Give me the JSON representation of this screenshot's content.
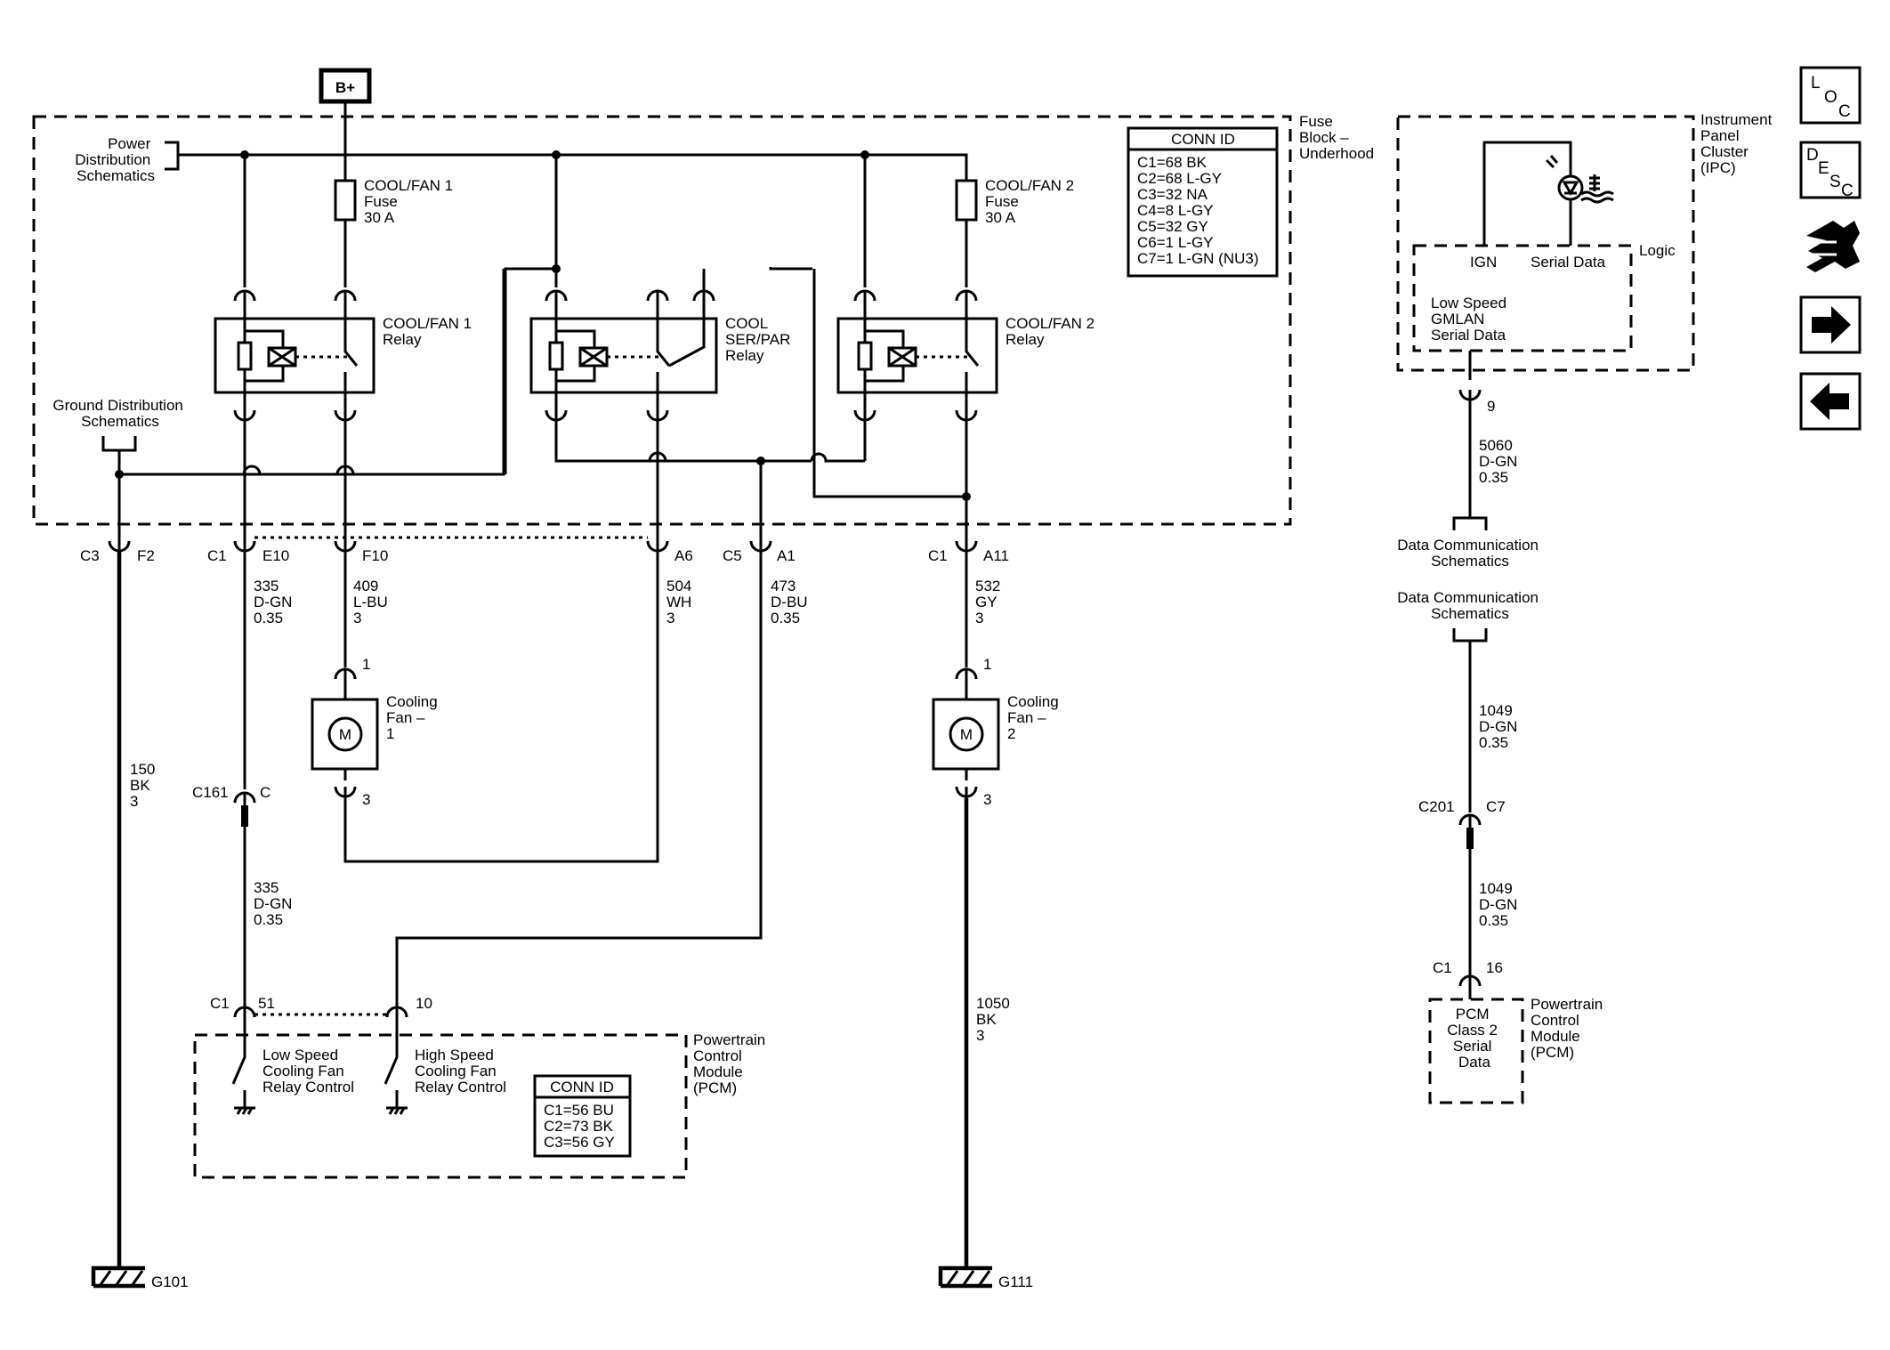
{
  "battery": {
    "label": "B+"
  },
  "fuse_block": {
    "title": [
      "Fuse",
      "Block –",
      "Underhood"
    ],
    "power_dist": [
      "Power",
      "Distribution",
      "Schematics"
    ],
    "ground_dist": [
      "Ground Distribution",
      "Schematics"
    ],
    "conn_id": {
      "header": "CONN ID",
      "rows": [
        "C1=68 BK",
        "C2=68 L-GY",
        "C3=32 NA",
        "C4=8 L-GY",
        "C5=32 GY",
        "C6=1 L-GY",
        "C7=1 L-GN (NU3)"
      ]
    },
    "fuse1": [
      "COOL/FAN 1",
      "Fuse",
      "30 A"
    ],
    "fuse2": [
      "COOL/FAN 2",
      "Fuse",
      "30 A"
    ],
    "relay1": [
      "COOL/FAN 1",
      "Relay"
    ],
    "relay_ser": [
      "COOL",
      "SER/PAR",
      "Relay"
    ],
    "relay2": [
      "COOL/FAN 2",
      "Relay"
    ]
  },
  "connectors": {
    "c3": "C3",
    "f2": "F2",
    "c1a": "C1",
    "e10": "E10",
    "f10": "F10",
    "a6": "A6",
    "c5": "C5",
    "a1": "A1",
    "c1b": "C1",
    "a11": "A11",
    "c161": "C161",
    "c161_pin": "C",
    "pcm_c1": "C1",
    "pin51": "51",
    "pin10": "10",
    "fan1_pin1": "1",
    "fan1_pin3": "3",
    "fan2_pin1": "1",
    "fan2_pin3": "3",
    "ipc_pin9": "9",
    "c201": "C201",
    "c7": "C7",
    "c1c": "C1",
    "pin16": "16"
  },
  "wires": {
    "w335a": [
      "335",
      "D-GN",
      "0.35"
    ],
    "w409": [
      "409",
      "L-BU",
      "3"
    ],
    "w504": [
      "504",
      "WH",
      "3"
    ],
    "w473": [
      "473",
      "D-BU",
      "0.35"
    ],
    "w532": [
      "532",
      "GY",
      "3"
    ],
    "w150": [
      "150",
      "BK",
      "3"
    ],
    "w335b": [
      "335",
      "D-GN",
      "0.35"
    ],
    "w1050": [
      "1050",
      "BK",
      "3"
    ],
    "w5060": [
      "5060",
      "D-GN",
      "0.35"
    ],
    "w1049a": [
      "1049",
      "D-GN",
      "0.35"
    ],
    "w1049b": [
      "1049",
      "D-GN",
      "0.35"
    ]
  },
  "fans": {
    "fan1": [
      "Cooling",
      "Fan –",
      "1"
    ],
    "fan2": [
      "Cooling",
      "Fan –",
      "2"
    ],
    "motor_symbol": "M"
  },
  "pcm": {
    "title": [
      "Powertrain",
      "Control",
      "Module",
      "(PCM)"
    ],
    "low_speed": [
      "Low Speed",
      "Cooling Fan",
      "Relay Control"
    ],
    "high_speed": [
      "High Speed",
      "Cooling Fan",
      "Relay Control"
    ],
    "conn_id": {
      "header": "CONN ID",
      "rows": [
        "C1=56 BU",
        "C2=73 BK",
        "C3=56 GY"
      ]
    }
  },
  "grounds": {
    "g101": "G101",
    "g111": "G111"
  },
  "ipc": {
    "title": [
      "Instrument",
      "Panel",
      "Cluster",
      "(IPC)"
    ],
    "logic": "Logic",
    "ign": "IGN",
    "serial_data": "Serial Data",
    "gmlan": [
      "Low Speed",
      "GMLAN",
      "Serial Data"
    ]
  },
  "data_comm": {
    "top": [
      "Data Communication",
      "Schematics"
    ],
    "bottom": [
      "Data Communication",
      "Schematics"
    ]
  },
  "pcm_right": {
    "inner": [
      "PCM",
      "Class 2",
      "Serial",
      "Data"
    ],
    "title": [
      "Powertrain",
      "Control",
      "Module",
      "(PCM)"
    ]
  },
  "nav": {
    "loc": [
      "L",
      "O",
      "C"
    ],
    "desc": [
      "D",
      "E",
      "S",
      "C"
    ],
    "icons": [
      "connector-icon",
      "arrow-right-icon",
      "arrow-left-icon"
    ]
  }
}
